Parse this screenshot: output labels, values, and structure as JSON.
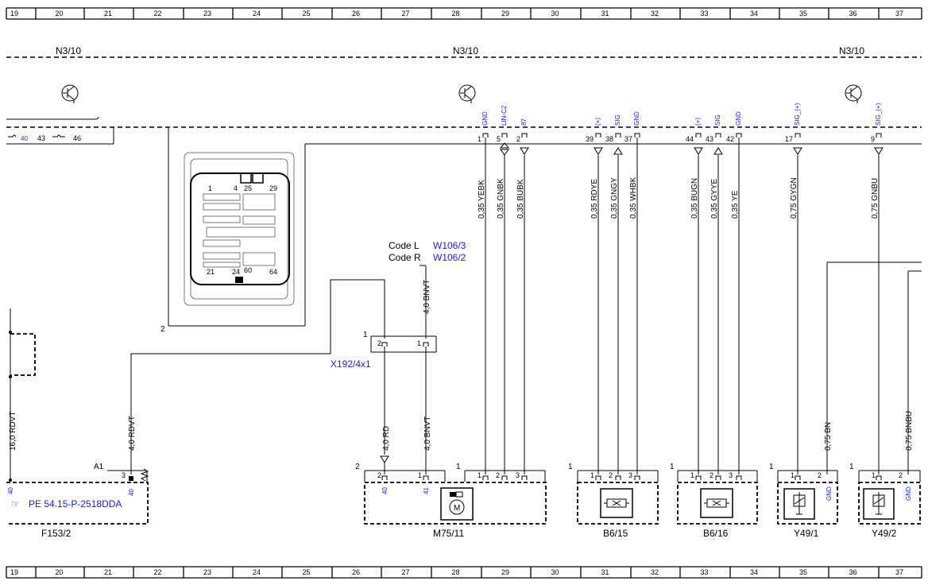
{
  "grid": {
    "columns": [
      "19",
      "20",
      "21",
      "22",
      "23",
      "24",
      "25",
      "26",
      "27",
      "28",
      "29",
      "30",
      "31",
      "32",
      "33",
      "34",
      "35",
      "36",
      "37"
    ]
  },
  "modules": {
    "left": "N3/10",
    "center": "N3/10",
    "right": "N3/10"
  },
  "left_connector": {
    "pins": [
      "40",
      "43",
      "46"
    ]
  },
  "n3_pins": [
    {
      "num": "1",
      "signal": "GND",
      "wire": "0,35 YEBK",
      "dir": "none"
    },
    {
      "num": "5",
      "signal": "LIN-C2",
      "wire": "0,35 GNBK",
      "dir": "both"
    },
    {
      "num": "2",
      "signal": "87",
      "wire": "0,35 BUBK",
      "dir": "in"
    },
    {
      "num": "39",
      "signal": "(+)",
      "wire": "0,35 RDYE",
      "dir": "in"
    },
    {
      "num": "38",
      "signal": "SIG",
      "wire": "0,35 GNGY",
      "dir": "out"
    },
    {
      "num": "37",
      "signal": "GND",
      "wire": "0,35 WHBK",
      "dir": "none"
    },
    {
      "num": "44",
      "signal": "(+)",
      "wire": "0,35 BUGN",
      "dir": "in"
    },
    {
      "num": "43",
      "signal": "SIG",
      "wire": "0,35 GYYE",
      "dir": "out"
    },
    {
      "num": "42",
      "signal": "GND",
      "wire": "0,35 YE",
      "dir": "none"
    },
    {
      "num": "17",
      "signal": "SIG_(+)",
      "wire": "0,75 GYGN",
      "dir": "in"
    },
    {
      "num": "9",
      "signal": "SIG_(+)",
      "wire": "0,75 GNBU",
      "dir": "in"
    }
  ],
  "connector_pinout": {
    "labels": [
      "1",
      "4",
      "25",
      "29",
      "21",
      "24",
      "60",
      "64"
    ],
    "pin_number": "2"
  },
  "code_ref": {
    "code_l_label": "Code L",
    "code_l_value": "W106/3",
    "code_r_label": "Code R",
    "code_r_value": "W106/2"
  },
  "x192": {
    "name": "X192/4x1",
    "pin_group": "1",
    "pins": [
      "2",
      "1"
    ],
    "wire_in_1": "4,0 BNVT",
    "wire_out_2": "4,0 RD",
    "wire_out_1": "4,0 BNVT"
  },
  "wires_left": {
    "rdvt16": "16,0 RDVT",
    "rdvt4": "4,0 RDVT"
  },
  "f153": {
    "name": "F153/2",
    "label_a1": "A1",
    "pin": "3",
    "pin_ref": "40",
    "left_ref": "40",
    "reference": "PE 54.15-P-2518DDA"
  },
  "m75": {
    "name": "M75/11",
    "group_left": "2",
    "group_right": "1",
    "pins_left": [
      "2",
      "1"
    ],
    "pin_refs": [
      "40",
      "41"
    ],
    "pins_right": [
      "1",
      "2",
      "3"
    ]
  },
  "b615": {
    "name": "B6/15",
    "group": "1",
    "pins": [
      "1",
      "2",
      "3"
    ]
  },
  "b616": {
    "name": "B6/16",
    "group": "1",
    "pins": [
      "1",
      "2",
      "3"
    ]
  },
  "y491": {
    "name": "Y49/1",
    "group": "1",
    "pins": [
      "1",
      "2"
    ],
    "gnd": "GND",
    "wire": "0,75 BN"
  },
  "y492": {
    "name": "Y49/2",
    "group": "1",
    "pins": [
      "1",
      "2"
    ],
    "gnd": "GND",
    "wire": "0,75 BNBU"
  }
}
